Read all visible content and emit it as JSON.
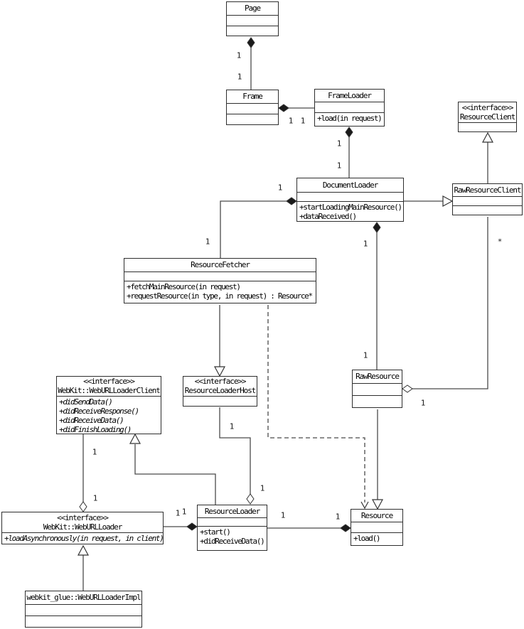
{
  "diagram": {
    "kind": "uml-class-diagram",
    "colors": {
      "background": "#ffffff",
      "line": "#4a4a4a",
      "border": "#2e2e2e",
      "text": "#000000"
    },
    "classes": [
      {
        "id": "page",
        "stereotype": "",
        "name": "Page",
        "attributes": [],
        "methods": []
      },
      {
        "id": "frame",
        "stereotype": "",
        "name": "Frame",
        "attributes": [],
        "methods": []
      },
      {
        "id": "frameloader",
        "stereotype": "",
        "name": "FrameLoader",
        "attributes": [],
        "methods": [
          "+load(in request)"
        ]
      },
      {
        "id": "resourceclient",
        "stereotype": "<<interface>>",
        "name": "ResourceClient",
        "attributes": [],
        "methods": []
      },
      {
        "id": "documentloader",
        "stereotype": "",
        "name": "DocumentLoader",
        "attributes": [],
        "methods": [
          "+startLoadingMainResource()",
          "+dataReceived()"
        ]
      },
      {
        "id": "rawresourceclient",
        "stereotype": "",
        "name": "RawResourceClient",
        "attributes": [],
        "methods": []
      },
      {
        "id": "resourcefetcher",
        "stereotype": "",
        "name": "ResourceFetcher",
        "attributes": [],
        "methods": [
          "+fetchMainResource(in request)",
          "+requestResource(in type, in request) : Resource*"
        ]
      },
      {
        "id": "weburlloaderclient",
        "stereotype": "<<interface>>",
        "name": "WebKit::WebURLLoaderClient",
        "attributes": [],
        "methods": [
          "+didSendData()",
          "+didReceiveResponse()",
          "+didReceiveData()",
          "+didFinishLoading()"
        ]
      },
      {
        "id": "resourceloaderhost",
        "stereotype": "<<interface>>",
        "name": "ResourceLoaderHost",
        "attributes": [],
        "methods": []
      },
      {
        "id": "rawresource",
        "stereotype": "",
        "name": "RawResource",
        "attributes": [],
        "methods": []
      },
      {
        "id": "weburlloader",
        "stereotype": "<<interface>>",
        "name": "WebKit::WebURLLoader",
        "attributes": [],
        "methods": [
          "+loadAsynchronously(in request, in client)"
        ]
      },
      {
        "id": "resourceloader",
        "stereotype": "",
        "name": "ResourceLoader",
        "attributes": [],
        "methods": [
          "+start()",
          "+didReceiveData()"
        ]
      },
      {
        "id": "resource",
        "stereotype": "",
        "name": "Resource",
        "attributes": [],
        "methods": [
          "+load()"
        ]
      },
      {
        "id": "weburlloaderimpl",
        "stereotype": "",
        "name": "webkit_glue::WebURLLoaderImpl",
        "attributes": [],
        "methods": []
      }
    ],
    "edges": [
      {
        "id": "frame-page",
        "type": "composition",
        "from": "Frame",
        "to": "Page",
        "labels": [
          "1",
          "1"
        ]
      },
      {
        "id": "frameloader-frame",
        "type": "composition",
        "from": "FrameLoader",
        "to": "Frame",
        "labels": [
          "1",
          "1"
        ]
      },
      {
        "id": "documentloader-frameloader",
        "type": "composition",
        "from": "DocumentLoader",
        "to": "FrameLoader",
        "labels": [
          "1",
          "1"
        ]
      },
      {
        "id": "documentloader-rawresourceclient",
        "type": "generalization",
        "from": "DocumentLoader",
        "to": "RawResourceClient",
        "labels": []
      },
      {
        "id": "rawresourceclient-resourceclient",
        "type": "generalization",
        "from": "RawResourceClient",
        "to": "ResourceClient",
        "labels": []
      },
      {
        "id": "rawresource-documentloader",
        "type": "composition",
        "from": "RawResource",
        "to": "DocumentLoader",
        "labels": [
          "1",
          "1"
        ]
      },
      {
        "id": "rawresourceclient-rawresource",
        "type": "aggregation",
        "from": "RawResourceClient",
        "to": "RawResource",
        "labels": [
          "*",
          "1"
        ]
      },
      {
        "id": "resourcefetcher-documentloader",
        "type": "composition",
        "from": "ResourceFetcher",
        "to": "DocumentLoader",
        "labels": [
          "1",
          "1"
        ]
      },
      {
        "id": "resourcefetcher-resourceloaderhost",
        "type": "generalization",
        "from": "ResourceFetcher",
        "to": "ResourceLoaderHost",
        "labels": []
      },
      {
        "id": "resourcefetcher-resource",
        "type": "dependency",
        "from": "ResourceFetcher",
        "to": "Resource",
        "labels": []
      },
      {
        "id": "resourceloaderhost-resourceloader",
        "type": "aggregation",
        "from": "ResourceLoaderHost",
        "to": "ResourceLoader",
        "labels": [
          "1",
          "1"
        ]
      },
      {
        "id": "weburlloaderclient-weburlloader",
        "type": "aggregation",
        "from": "WebKit::WebURLLoaderClient",
        "to": "WebKit::WebURLLoader",
        "labels": [
          "1",
          "1"
        ]
      },
      {
        "id": "resourceloader-weburlloaderclient",
        "type": "generalization",
        "from": "ResourceLoader",
        "to": "WebKit::WebURLLoaderClient",
        "labels": []
      },
      {
        "id": "resourceloader-weburlloader",
        "type": "composition",
        "from": "ResourceLoader",
        "to": "WebKit::WebURLLoader",
        "labels": [
          "1",
          "1"
        ]
      },
      {
        "id": "resource-resourceloader",
        "type": "composition",
        "from": "Resource",
        "to": "ResourceLoader",
        "labels": [
          "1",
          "1"
        ]
      },
      {
        "id": "rawresource-resource",
        "type": "generalization",
        "from": "RawResource",
        "to": "Resource",
        "labels": []
      },
      {
        "id": "weburlloaderimpl-weburlloader",
        "type": "generalization",
        "from": "webkit_glue::WebURLLoaderImpl",
        "to": "WebKit::WebURLLoader",
        "labels": []
      }
    ]
  }
}
